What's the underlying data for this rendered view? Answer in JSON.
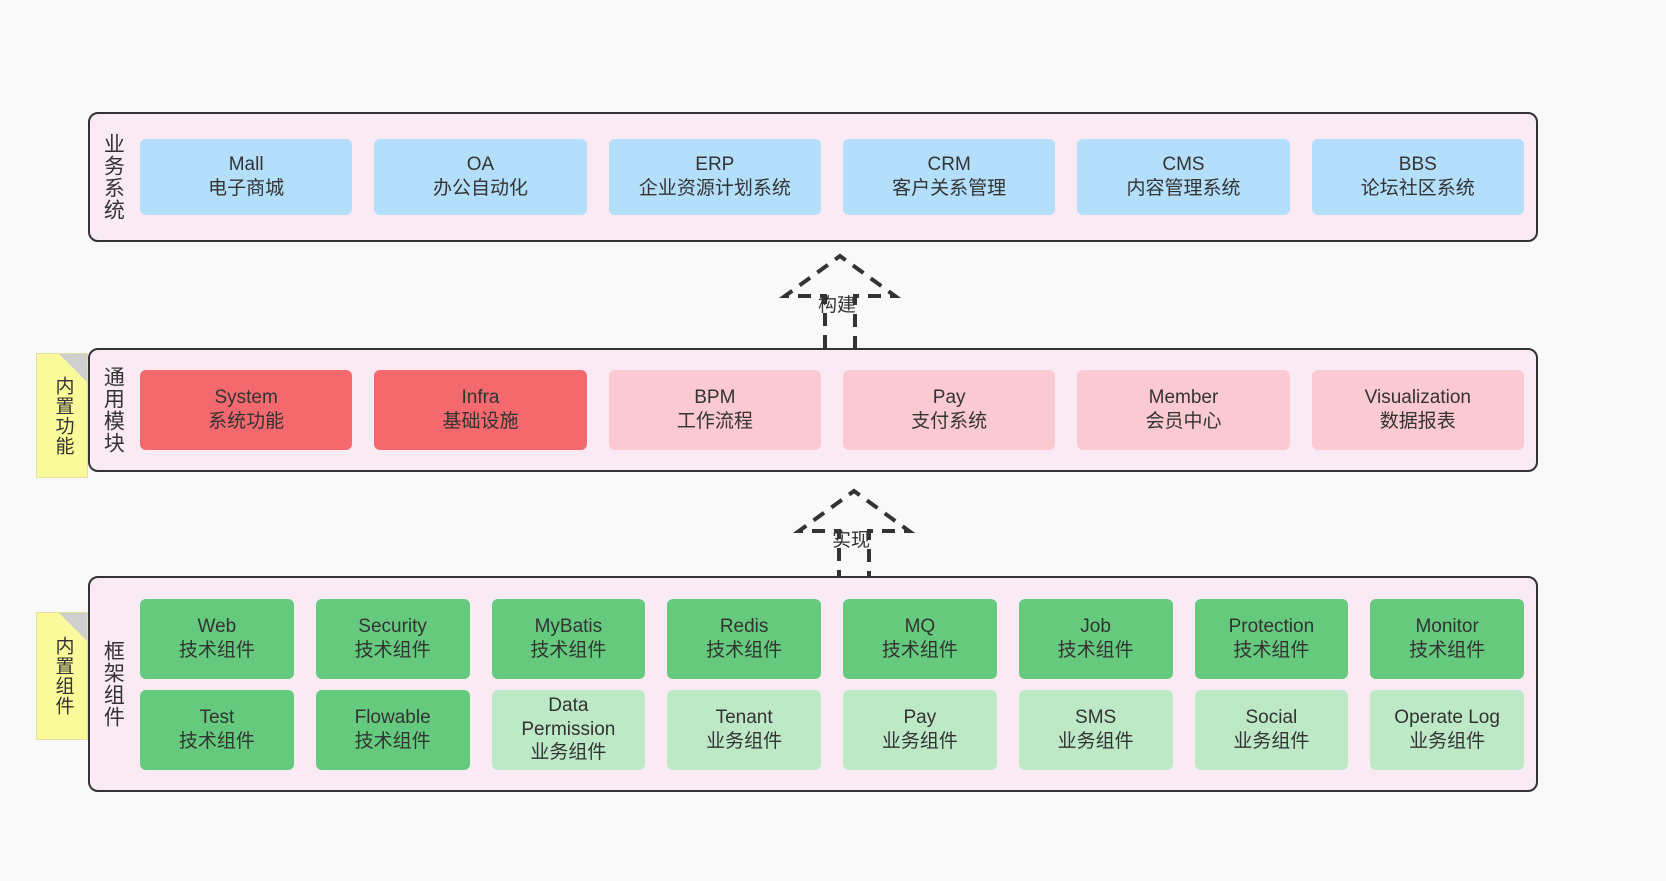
{
  "diagram": {
    "background": "#f9f9f9",
    "band_fill": "#f9eaf4",
    "band_border": "#333333"
  },
  "bands": {
    "business": {
      "title": "业务系统",
      "cell_color": "#b4dffb",
      "items": [
        {
          "name": "Mall",
          "desc": "电子商城"
        },
        {
          "name": "OA",
          "desc": "办公自动化"
        },
        {
          "name": "ERP",
          "desc": "企业资源计划系统"
        },
        {
          "name": "CRM",
          "desc": "客户关系管理"
        },
        {
          "name": "CMS",
          "desc": "内容管理系统"
        },
        {
          "name": "BBS",
          "desc": "论坛社区系统"
        }
      ]
    },
    "modules": {
      "title": "通用模块",
      "cell_color_strong": "#f4696e",
      "cell_color_light": "#fbc9d2",
      "items": [
        {
          "name": "System",
          "desc": "系统功能",
          "color": "#f4696e"
        },
        {
          "name": "Infra",
          "desc": "基础设施",
          "color": "#f4696e"
        },
        {
          "name": "BPM",
          "desc": "工作流程",
          "color": "#fbc9d2"
        },
        {
          "name": "Pay",
          "desc": "支付系统",
          "color": "#fbc9d2"
        },
        {
          "name": "Member",
          "desc": "会员中心",
          "color": "#fbc9d2"
        },
        {
          "name": "Visualization",
          "desc": "数据报表",
          "color": "#fbc9d2"
        }
      ]
    },
    "framework": {
      "title": "框架组件",
      "cell_color_tech": "#66ca7e",
      "cell_color_biz": "#bde9c6",
      "row1": [
        {
          "name": "Web",
          "desc": "技术组件",
          "color": "#66ca7e"
        },
        {
          "name": "Security",
          "desc": "技术组件",
          "color": "#66ca7e"
        },
        {
          "name": "MyBatis",
          "desc": "技术组件",
          "color": "#66ca7e"
        },
        {
          "name": "Redis",
          "desc": "技术组件",
          "color": "#66ca7e"
        },
        {
          "name": "MQ",
          "desc": "技术组件",
          "color": "#66ca7e"
        },
        {
          "name": "Job",
          "desc": "技术组件",
          "color": "#66ca7e"
        },
        {
          "name": "Protection",
          "desc": "技术组件",
          "color": "#66ca7e"
        },
        {
          "name": "Monitor",
          "desc": "技术组件",
          "color": "#66ca7e"
        }
      ],
      "row2": [
        {
          "name": "Test",
          "name2": "",
          "desc": "技术组件",
          "color": "#66ca7e"
        },
        {
          "name": "Flowable",
          "name2": "",
          "desc": "技术组件",
          "color": "#66ca7e"
        },
        {
          "name": "Data",
          "name2": "Permission",
          "desc": "业务组件",
          "color": "#bde9c6"
        },
        {
          "name": "Tenant",
          "name2": "",
          "desc": "业务组件",
          "color": "#bde9c6"
        },
        {
          "name": "Pay",
          "name2": "",
          "desc": "业务组件",
          "color": "#bde9c6"
        },
        {
          "name": "SMS",
          "name2": "",
          "desc": "业务组件",
          "color": "#bde9c6"
        },
        {
          "name": "Social",
          "name2": "",
          "desc": "业务组件",
          "color": "#bde9c6"
        },
        {
          "name": "Operate Log",
          "name2": "",
          "desc": "业务组件",
          "color": "#bde9c6"
        }
      ]
    }
  },
  "sticky_notes": [
    {
      "label": "内置功能",
      "color": "#fbfa9a"
    },
    {
      "label": "内置组件",
      "color": "#fbfa9a"
    }
  ],
  "arrows": [
    {
      "label": "构建",
      "style": "dashed-hollow-triangle-up"
    },
    {
      "label": "实现",
      "style": "dashed-hollow-triangle-up"
    }
  ]
}
